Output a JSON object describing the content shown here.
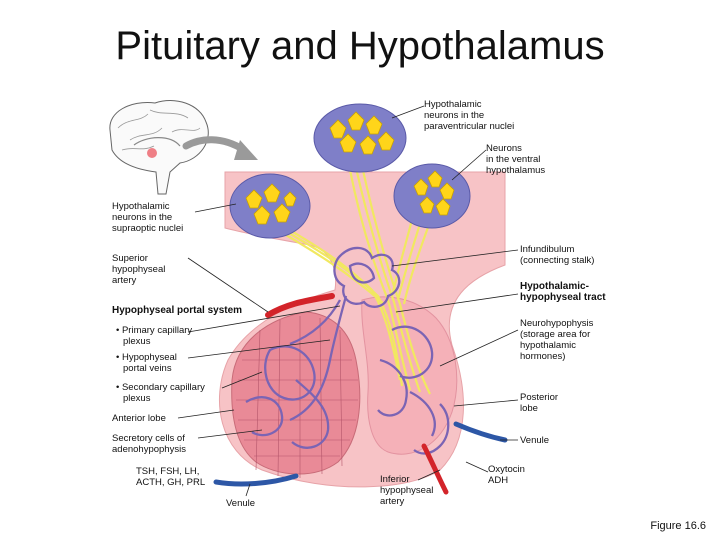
{
  "title": "Pituitary and Hypothalamus",
  "figure_number": "Figure 16.6",
  "colors": {
    "pituitary": "#f7c3c6",
    "adeno": "#e98a97",
    "capillary": "#7b64b4",
    "nerve": "#f1e860",
    "neuron": "#ffd51a",
    "artery": "#d3242a",
    "vein": "#2d57a6",
    "nucleus_bg": "#7f7fc8"
  },
  "labels": {
    "paraventricular": [
      "Hypothalamic",
      "neurons in the",
      "paraventricular nuclei"
    ],
    "ventral": [
      "Neurons",
      "in the ventral",
      "hypothalamus"
    ],
    "supraoptic": [
      "Hypothalamic",
      "neurons in the",
      "supraoptic nuclei"
    ],
    "superior_artery": [
      "Superior",
      "hypophyseal",
      "artery"
    ],
    "portal_system": "Hypophyseal portal system",
    "primary_plexus": [
      "• Primary capillary",
      "plexus"
    ],
    "portal_veins": [
      "• Hypophyseal",
      "portal veins"
    ],
    "secondary_plexus": [
      "• Secondary capillary",
      "plexus"
    ],
    "anterior_lobe": "Anterior lobe",
    "secretory_cells": [
      "Secretory cells of",
      "adenohypophysis"
    ],
    "hormones_anterior": [
      "TSH, FSH, LH,",
      "ACTH, GH, PRL"
    ],
    "venule_left": "Venule",
    "infundibulum": [
      "Infundibulum",
      "(connecting stalk)"
    ],
    "tract": [
      "Hypothalamic-",
      "hypophyseal tract"
    ],
    "neurohypophysis": [
      "Neurohypophysis",
      "(storage area for",
      "hypothalamic",
      "hormones)"
    ],
    "posterior_lobe": [
      "Posterior",
      "lobe"
    ],
    "venule_right": "Venule",
    "hormones_posterior": [
      "Oxytocin",
      "ADH"
    ],
    "inferior_artery": [
      "Inferior",
      "hypophyseal",
      "artery"
    ]
  }
}
